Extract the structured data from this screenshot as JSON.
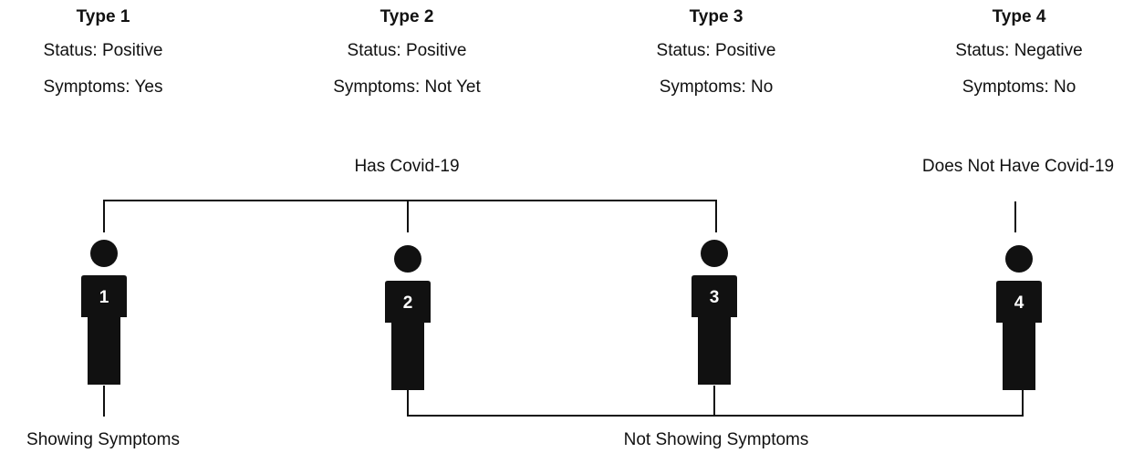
{
  "types": [
    {
      "title": "Type 1",
      "status": "Status: Positive",
      "symptoms": "Symptoms: Yes",
      "number": "1"
    },
    {
      "title": "Type 2",
      "status": "Status: Positive",
      "symptoms": "Symptoms: Not Yet",
      "number": "2"
    },
    {
      "title": "Type 3",
      "status": "Status: Positive",
      "symptoms": "Symptoms: No",
      "number": "3"
    },
    {
      "title": "Type 4",
      "status": "Status: Negative",
      "symptoms": "Symptoms: No",
      "number": "4"
    }
  ],
  "groups": {
    "has_covid": "Has Covid-19",
    "no_covid": "Does Not Have Covid-19",
    "showing": "Showing Symptoms",
    "not_showing": "Not Showing Symptoms"
  },
  "colors": {
    "ink": "#111111",
    "number_text": "#ffffff",
    "background": "#ffffff"
  },
  "icons": [
    "person-icon"
  ]
}
